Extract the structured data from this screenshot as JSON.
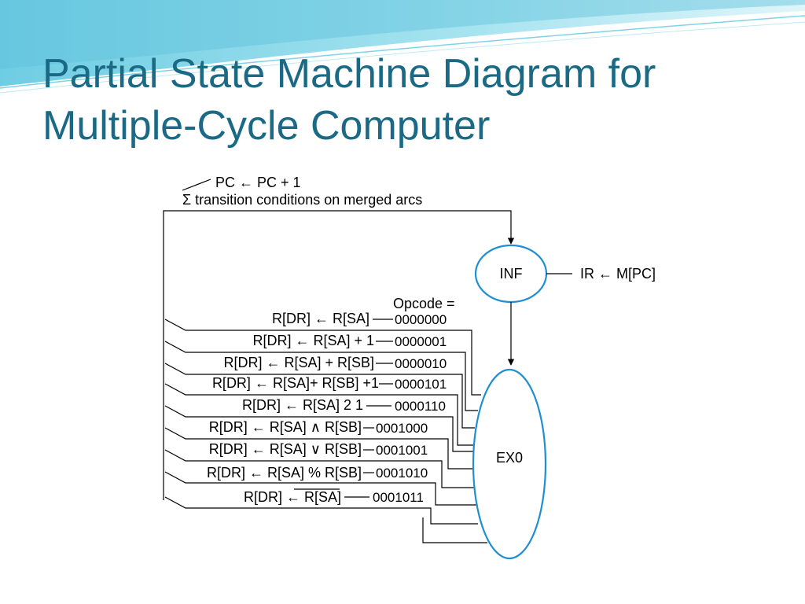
{
  "slide": {
    "title_line1": "Partial State Machine Diagram for",
    "title_line2": "Multiple-Cycle Computer",
    "colors": {
      "title": "#1a6a85",
      "state_outline": "#1f8fd2",
      "header_swoosh": "#7fd3e6"
    }
  },
  "diagram": {
    "top_note_line1": "PC ← PC + 1",
    "top_note_line2": "Σ transition conditions on merged arcs",
    "inf_state": "INF",
    "inf_action": "IR ← M[PC]",
    "opcode_header": "Opcode =",
    "ex0_state": "EX0",
    "transitions": [
      {
        "action": "R[DR] ← R[SA]",
        "opcode": "0000000"
      },
      {
        "action": "R[DR] ← R[SA] + 1",
        "opcode": "0000001"
      },
      {
        "action": "R[DR] ← R[SA] + R[SB]",
        "opcode": "0000010"
      },
      {
        "action": "R[DR] ← R[SA]+ R[SB] +1",
        "opcode": "0000101"
      },
      {
        "action": "R[DR] ← R[SA] 2 1",
        "opcode": "0000110"
      },
      {
        "action": "R[DR] ← R[SA] ∧ R[SB]",
        "opcode": "0001000"
      },
      {
        "action": "R[DR] ← R[SA] ∨ R[SB]",
        "opcode": "0001001"
      },
      {
        "action": "R[DR] ← R[SA] % R[SB]",
        "opcode": "0001010"
      },
      {
        "action": "R[DR] ← R[SA]",
        "opcode": "0001011"
      }
    ]
  }
}
